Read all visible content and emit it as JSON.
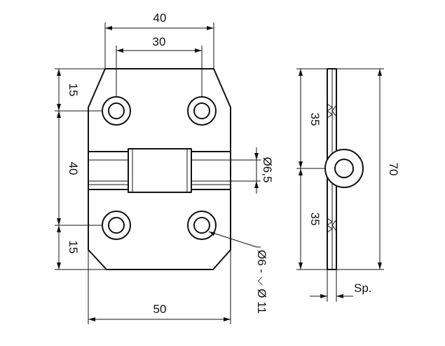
{
  "front_view": {
    "top_outer_width": "40",
    "top_hole_spacing": "30",
    "upper_edge_to_holes": "15",
    "knuckle_height": "40",
    "lower_holes_to_edge": "15",
    "overall_width": "50",
    "pin_diameter": "Ø6,5",
    "hole_callout": "Ø6 - ⌵ Ø 11"
  },
  "side_view": {
    "upper_half": "35",
    "lower_half": "35",
    "overall_height": "70",
    "thickness": "Sp."
  }
}
